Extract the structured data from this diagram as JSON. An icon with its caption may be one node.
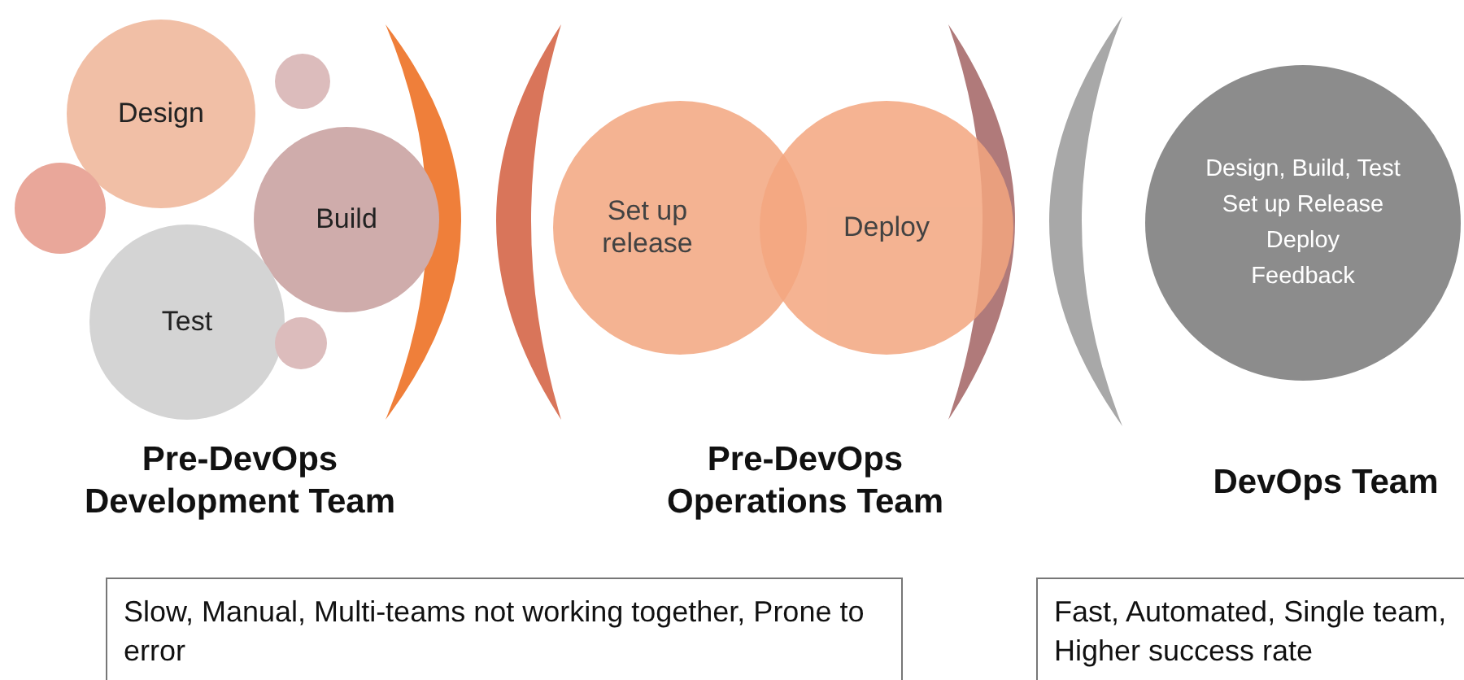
{
  "diagram": {
    "nodes": [
      {
        "text": [
          "Design"
        ]
      },
      {
        "text": [],
        "shape": "circle"
      },
      {
        "text": [
          "Build"
        ]
      },
      {
        "text": [],
        "shape": "circle"
      },
      {
        "text": [
          "Test"
        ]
      },
      {
        "text": [],
        "shape": "circle"
      },
      {
        "text": [],
        "shape": "arc"
      },
      {
        "text": [],
        "shape": "arc"
      },
      {
        "text": [
          "Set up release"
        ]
      },
      {
        "text": [
          "Deploy"
        ]
      },
      {
        "text": [],
        "shape": "arc"
      },
      {
        "text": [],
        "shape": "arc"
      },
      {
        "text": [
          "Design, Build, Test",
          "Set up Release",
          "Deploy",
          "Feedback"
        ]
      },
      {
        "text": [
          "Slow, Manual, Multi-teams not working together, Prone to error"
        ]
      },
      {
        "text": [
          "Fast, Automated, Single team, Higher success rate"
        ]
      }
    ],
    "edges": [],
    "labels": [
      "Pre-DevOps Development Team",
      "Pre-DevOps Operations Team",
      "DevOps Team"
    ]
  }
}
